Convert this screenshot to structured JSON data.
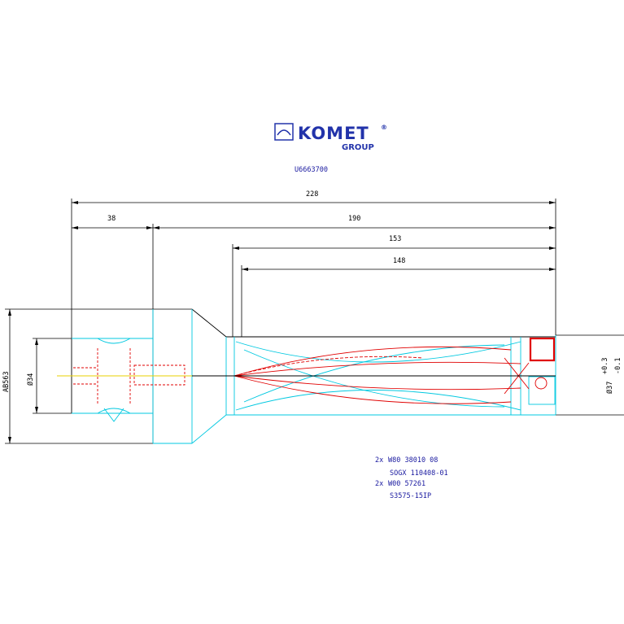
{
  "logo": {
    "brand": "KOMET",
    "registered": "®",
    "group": "GROUP"
  },
  "part_number": "U6663700",
  "dimensions": {
    "overall_length": "228",
    "shank_length": "38",
    "body_length": "190",
    "length_153": "153",
    "length_148": "148",
    "shank_dia": "Ø34",
    "flange": "AB563",
    "cutting_dia": "Ø37",
    "tol_upper": "+0.3",
    "tol_lower": "-0.1"
  },
  "parts_list": [
    {
      "qty": "2x",
      "code": "W80 38010 08"
    },
    {
      "qty": "",
      "code": "SOGX 110408-01"
    },
    {
      "qty": "2x",
      "code": "W00 57261"
    },
    {
      "qty": "",
      "code": "S3575-15IP"
    }
  ],
  "colors": {
    "dimension": "#000000",
    "outline": "#00c8e0",
    "hidden": "#e00000",
    "text": "#1a1aa0",
    "center": "#e8d000"
  }
}
